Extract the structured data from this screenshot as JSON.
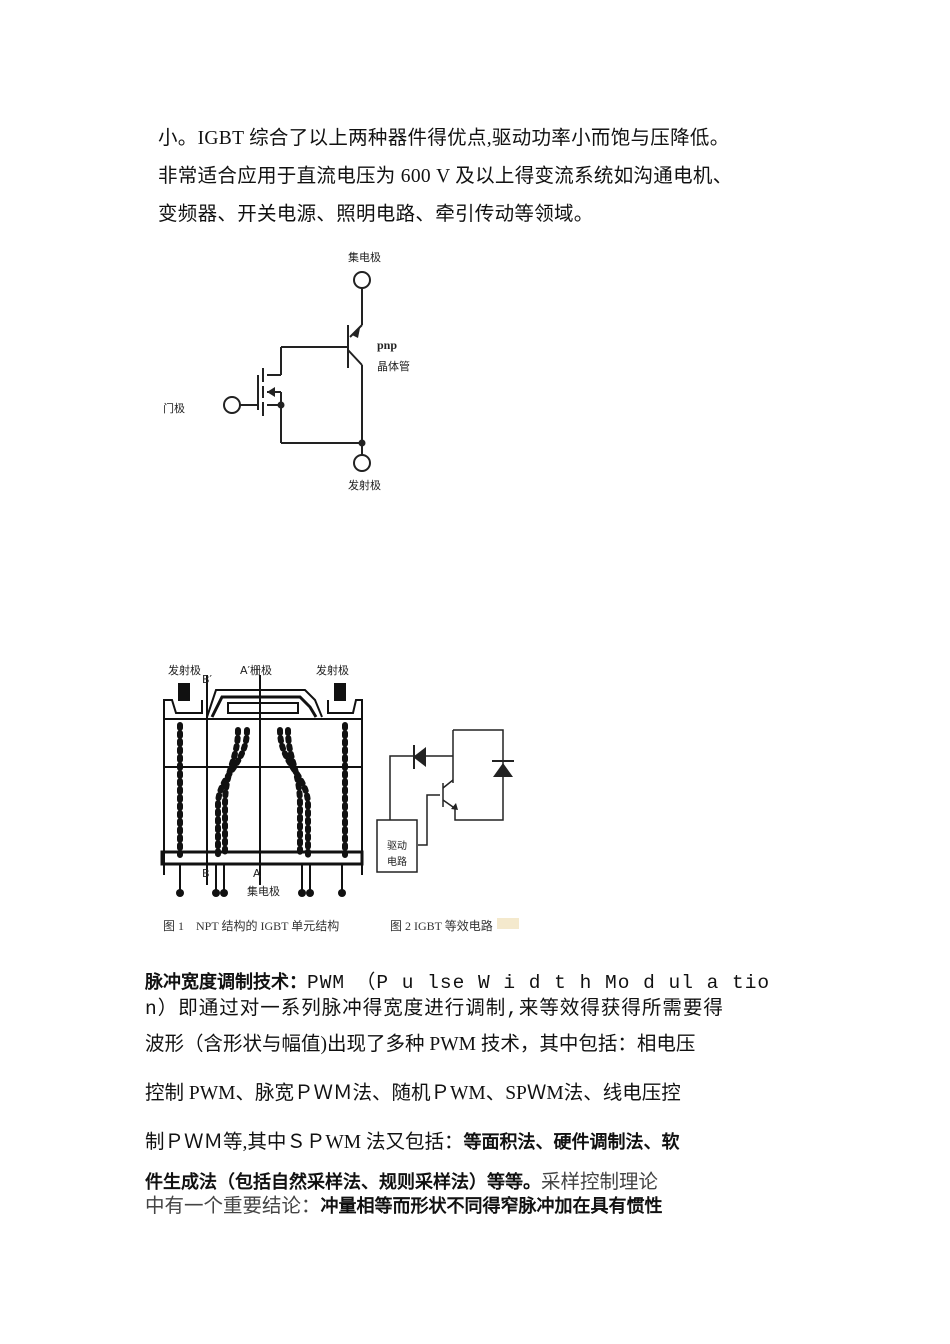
{
  "paragraph1": {
    "lines": [
      "小。IGBT 综合了以上两种器件得优点,驱动功率小而饱与压降低。",
      "非常适合应用于直流电压为 600 V 及以上得变流系统如沟通电机、",
      "变频器、开关电源、照明电路、牵引传动等领域。"
    ]
  },
  "figure_equivalent_circuit": {
    "collector_label": "集电极",
    "gate_label": "门极",
    "emitter_label": "发射极",
    "transistor_type": "pnp",
    "transistor_label": "晶体管"
  },
  "figure_npt": {
    "emitter_left": "发射极",
    "emitter_right": "发射极",
    "gate_label": "A′栅极",
    "b_prime": "B′",
    "b": "B",
    "a": "A",
    "collector_label": "集电极",
    "caption": "图 1　NPT 结构的 IGBT 单元结构"
  },
  "figure_igbt_eq": {
    "drive_label_line1": "驱动",
    "drive_label_line2": "电路",
    "caption": "图 2  IGBT 等效电路"
  },
  "pwm_section": {
    "heading": "脉冲宽度调制技术：",
    "line1_rest": "PWM　（P u lse W i d t h  Mo d ul a tio",
    "line2": "n）即通过对一系列脉冲得宽度进行调制,来等效得获得所需要得",
    "line3": "波形（含形状与幅值)出现了多种 PWM 技术，其中包括：相电压",
    "line4": "控制 PWM、脉宽ＰＷＭ法、随机ＰWM、SPＷM法、线电压控",
    "line5_normal": "制ＰＷＭ等,其中ＳＰWM 法又包括：",
    "line5_bold": "等面积法、硬件调制法、软",
    "line6_bold": "件生成法（包括自然采样法、规则采样法）等等。",
    "line6_normal": "采样控制理论",
    "line7_normal": "中有一个重要结论：",
    "line7_bold": "冲量相等而形状不同得窄脉冲加在具有惯性"
  }
}
